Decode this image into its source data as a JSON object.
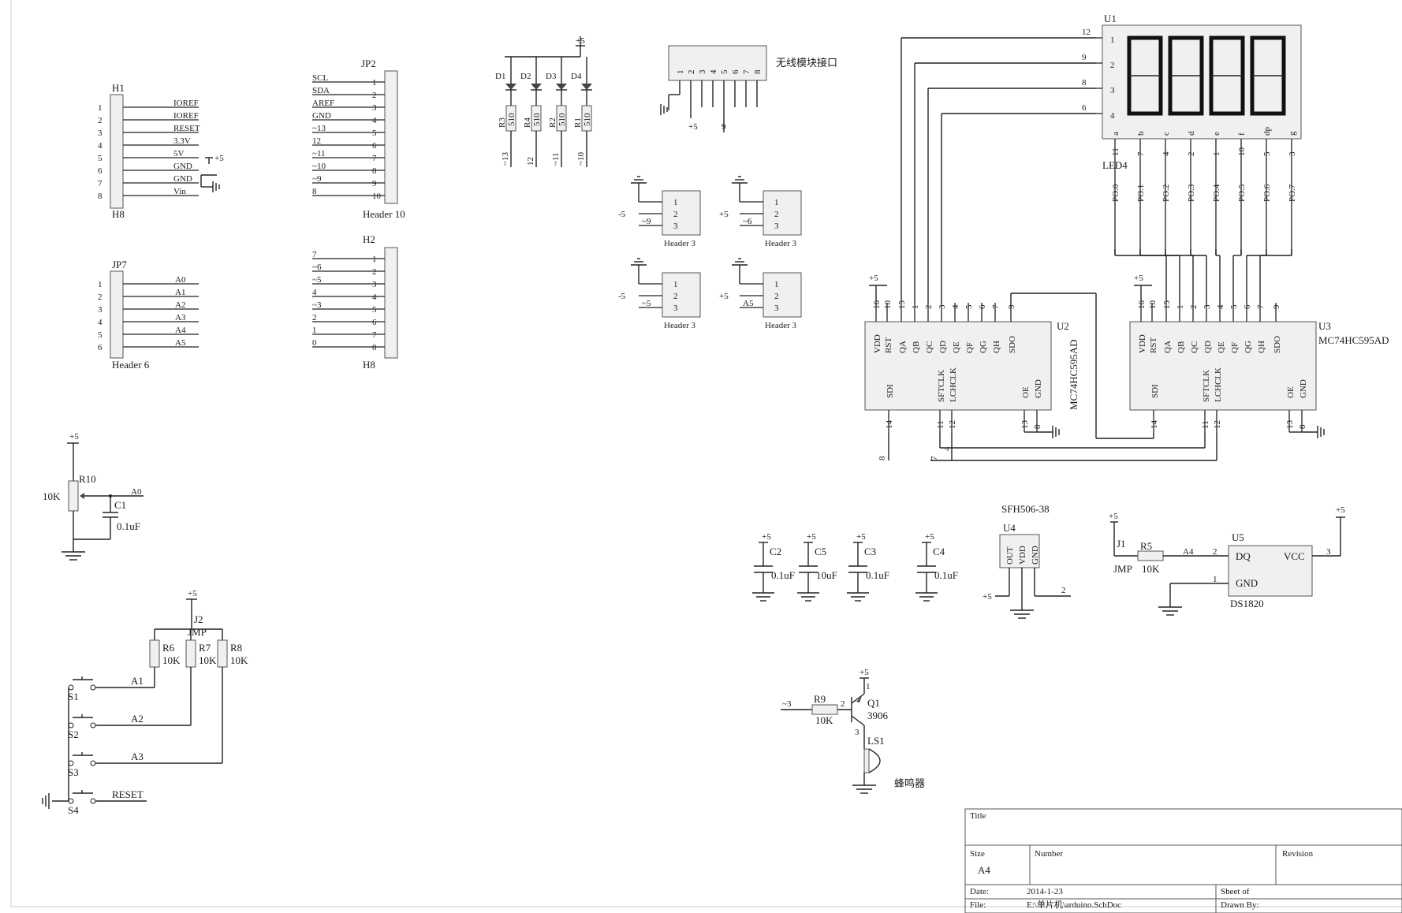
{
  "headers": {
    "H1": {
      "ref": "H1",
      "name": "H8",
      "pins": [
        "1",
        "2",
        "3",
        "4",
        "5",
        "6",
        "7",
        "8"
      ],
      "nets": [
        "IOREF",
        "IOREF",
        "RESET",
        "3.3V",
        "5V",
        "GND",
        "GND",
        "Vin"
      ],
      "power": "+5"
    },
    "JP2": {
      "ref": "JP2",
      "name": "Header 10",
      "pins": [
        "1",
        "2",
        "3",
        "4",
        "5",
        "6",
        "7",
        "8",
        "9",
        "10"
      ],
      "nets": [
        "SCL",
        "SDA",
        "AREF",
        "GND",
        "~13",
        "12",
        "~11",
        "~10",
        "~9",
        "8"
      ]
    },
    "JP7": {
      "ref": "JP7",
      "name": "Header 6",
      "pins": [
        "1",
        "2",
        "3",
        "4",
        "5",
        "6"
      ],
      "nets": [
        "A0",
        "A1",
        "A2",
        "A3",
        "A4",
        "A5"
      ]
    },
    "H2": {
      "ref": "H2",
      "name": "H8",
      "pins": [
        "1",
        "2",
        "3",
        "4",
        "5",
        "6",
        "7",
        "8"
      ],
      "nets": [
        "7",
        "~6",
        "~5",
        "4",
        "~3",
        "2",
        "1",
        "0"
      ]
    }
  },
  "leds": {
    "refs": [
      "D1",
      "D2",
      "D3",
      "D4"
    ],
    "resistors": [
      "R3",
      "R4",
      "R2",
      "R1"
    ],
    "values": [
      "510",
      "510",
      "510",
      "510"
    ],
    "nets": [
      "~13",
      "12",
      "~11",
      "~10"
    ],
    "power": "+5"
  },
  "wireless": {
    "label": "无线模块接口",
    "pins": [
      "1",
      "2",
      "3",
      "4",
      "5",
      "6",
      "7",
      "8"
    ],
    "nets": [
      "+5",
      "9"
    ]
  },
  "header3": [
    {
      "name": "Header 3",
      "pins": [
        "1",
        "2",
        "3"
      ],
      "side": "-5",
      "net": "~9"
    },
    {
      "name": "Header 3",
      "pins": [
        "1",
        "2",
        "3"
      ],
      "side": "+5",
      "net": "~6"
    },
    {
      "name": "Header 3",
      "pins": [
        "1",
        "2",
        "3"
      ],
      "side": "-5",
      "net": "~5"
    },
    {
      "name": "Header 3",
      "pins": [
        "1",
        "2",
        "3"
      ],
      "side": "+5",
      "net": "A5"
    }
  ],
  "display": {
    "ref": "U1",
    "name": "LED4",
    "left_pins": [
      "12",
      "9",
      "8",
      "6"
    ],
    "left_nums": [
      "1",
      "2",
      "3",
      "4"
    ],
    "bottom_pins": [
      "a",
      "b",
      "c",
      "d",
      "e",
      "f",
      "dp",
      "g"
    ],
    "bottom_nums": [
      "11",
      "7",
      "4",
      "2",
      "1",
      "10",
      "5",
      "3"
    ],
    "nets": [
      "PO.0",
      "PO.1",
      "PO.2",
      "PO.3",
      "PO.4",
      "PO.5",
      "PO.6",
      "PO.7"
    ]
  },
  "u2": {
    "ref": "U2",
    "part": "MC74HC595AD",
    "top_pins": [
      "VDD",
      "RST",
      "QA",
      "QB",
      "QC",
      "QD",
      "QE",
      "QF",
      "QG",
      "QH",
      "SDO"
    ],
    "top_nums": [
      "16",
      "10",
      "15",
      "1",
      "2",
      "3",
      "4",
      "5",
      "6",
      "7",
      "9"
    ],
    "bottom_pins": [
      "SDI",
      "SFTCLK",
      "LCHCLK",
      "OE",
      "GND"
    ],
    "bottom_nums": [
      "14",
      "11",
      "12",
      "13",
      "8"
    ],
    "power": "+5",
    "ext_nets": [
      "8",
      "4",
      "7"
    ]
  },
  "u3": {
    "ref": "U3",
    "part": "MC74HC595AD",
    "top_pins": [
      "VDD",
      "RST",
      "QA",
      "QB",
      "QC",
      "QD",
      "QE",
      "QF",
      "QG",
      "QH",
      "SDO"
    ],
    "top_nums": [
      "16",
      "10",
      "15",
      "1",
      "2",
      "3",
      "4",
      "5",
      "6",
      "7",
      "9"
    ],
    "bottom_pins": [
      "SDI",
      "SFTCLK",
      "LCHCLK",
      "OE",
      "GND"
    ],
    "bottom_nums": [
      "14",
      "11",
      "12",
      "13",
      "8"
    ],
    "power": "+5"
  },
  "pot": {
    "ref": "R10",
    "value": "10K",
    "cap_ref": "C1",
    "cap_value": "0.1uF",
    "net": "A0",
    "power": "+5"
  },
  "buttons": {
    "jmp_ref": "J2",
    "jmp_name": "JMP",
    "power": "+5",
    "resistors": [
      "R6",
      "R7",
      "R8"
    ],
    "values": [
      "10K",
      "10K",
      "10K"
    ],
    "switches": [
      "S1",
      "S2",
      "S3",
      "S4"
    ],
    "nets": [
      "A1",
      "A2",
      "A3",
      "RESET"
    ]
  },
  "caps": [
    {
      "ref": "C2",
      "value": "0.1uF",
      "power": "+5"
    },
    {
      "ref": "C5",
      "value": "10uF",
      "power": "+5"
    },
    {
      "ref": "C3",
      "value": "0.1uF",
      "power": "+5"
    },
    {
      "ref": "C4",
      "value": "0.1uF",
      "power": "+5"
    }
  ],
  "ir": {
    "ref": "U4",
    "part": "SFH506-38",
    "pins": [
      "OUT",
      "VDD",
      "GND"
    ],
    "power": "+5",
    "net": "2"
  },
  "temp": {
    "jmp_ref": "J1",
    "jmp_name": "JMP",
    "res_ref": "R5",
    "res_value": "10K",
    "net": "A4",
    "ref": "U5",
    "part": "DS1820",
    "pins": [
      "DQ",
      "VCC",
      "GND"
    ],
    "nums": [
      "2",
      "3",
      "1"
    ],
    "power": "+5"
  },
  "buzzer": {
    "res_ref": "R9",
    "res_value": "10K",
    "net": "~3",
    "q_ref": "Q1",
    "q_part": "3906",
    "ls_ref": "LS1",
    "ls_label": "蜂鸣器",
    "power": "+5",
    "pins": [
      "1",
      "2",
      "3"
    ]
  },
  "title_block": {
    "title": "Title",
    "size_label": "Size",
    "size": "A4",
    "number_label": "Number",
    "revision_label": "Revision",
    "date_label": "Date:",
    "date": "2014-1-23",
    "file_label": "File:",
    "file": "E:\\单片机\\arduino.SchDoc",
    "sheet_label": "Sheet   of",
    "drawn_label": "Drawn By:"
  }
}
